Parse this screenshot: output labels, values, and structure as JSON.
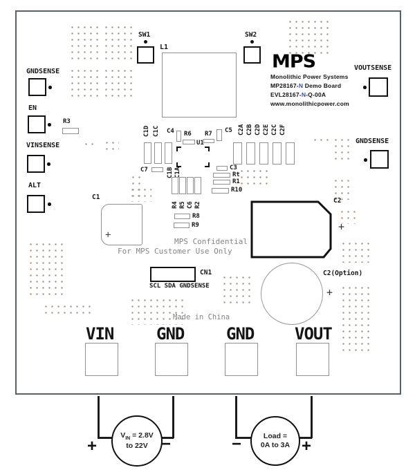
{
  "colors": {
    "accent_blue": "#3a4fa0",
    "silkscreen_gray": "#858585",
    "via_dot": "#a8907e",
    "outline_gray": "#8f8f8f",
    "outline_black": "#111111"
  },
  "header": {
    "logo": "MPS",
    "company": "Monolithic Power Systems",
    "board_line": {
      "pre": "MP28167-",
      "n": "N",
      "post": " Demo Board"
    },
    "eval_line": {
      "pre": "EVL28167-",
      "n": "N",
      "post": "-Q-00A"
    },
    "website": "www.monolithicpower.com"
  },
  "switches": [
    {
      "label": "SW1"
    },
    {
      "label": "SW2"
    }
  ],
  "left_pads": [
    {
      "label": "GNDSENSE"
    },
    {
      "label": "EN"
    },
    {
      "label": "VINSENSE"
    },
    {
      "label": "ALT"
    }
  ],
  "right_pads": [
    {
      "label": "VOUTSENSE"
    },
    {
      "label": "GNDSENSE"
    }
  ],
  "refdes": {
    "l1": "L1",
    "r3": "R3",
    "c1": "C1",
    "c2": "C2",
    "c2opt": "C2(Option)",
    "cn1": "CN1",
    "c1d": "C1D",
    "c1c": "C1C",
    "c4": "C4",
    "r6": "R6",
    "u1": "U1",
    "r7": "R7",
    "c5": "C5",
    "c2a": "C2A",
    "c2b": "C2B",
    "c2d": "C2D",
    "c2e": "C2E",
    "c2c": "C2C",
    "c2f": "C2F",
    "c7": "C7",
    "c1b": "C1B",
    "c1a": "C1A",
    "c3": "C3",
    "rt": "Rt",
    "r1": "R1",
    "r10": "R10",
    "r4": "R4",
    "r5": "R5",
    "c6": "C6",
    "r2": "R2",
    "r8": "R8",
    "r9": "R9"
  },
  "plus": "+",
  "notices": {
    "confidential": "MPS Confidential",
    "customer_use": "For MPS Customer Use Only",
    "origin": "Made in China"
  },
  "cn1_pins": "SCL SDA GNDSENSE",
  "bottom_pads": [
    {
      "label": "VIN"
    },
    {
      "label": "GND"
    },
    {
      "label": "GND"
    },
    {
      "label": "VOUT"
    }
  ],
  "external": {
    "source": {
      "value_pre": "V",
      "value_sub": "IN",
      "value_post": " = 2.8V",
      "value_line2": "to 22V",
      "terminal_left": "+",
      "terminal_right": "−"
    },
    "load": {
      "line1": "Load =",
      "line2": "0A to 3A",
      "terminal_left": "−",
      "terminal_right": "+"
    }
  }
}
